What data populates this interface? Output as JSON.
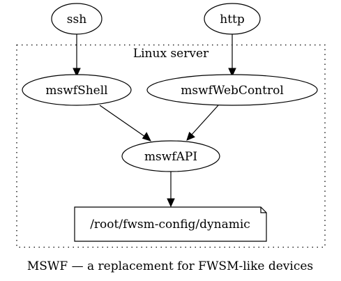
{
  "diagram": {
    "caption": "MSWF — a replacement for FWSM-like devices",
    "cluster": {
      "label": "Linux server"
    },
    "nodes": {
      "ssh": {
        "label": "ssh",
        "shape": "ellipse"
      },
      "http": {
        "label": "http",
        "shape": "ellipse"
      },
      "mswfShell": {
        "label": "mswfShell",
        "shape": "ellipse"
      },
      "mswfWebControl": {
        "label": "mswfWebControl",
        "shape": "ellipse"
      },
      "mswfAPI": {
        "label": "mswfAPI",
        "shape": "ellipse"
      },
      "config": {
        "label": "/root/fwsm-config/dynamic",
        "shape": "note"
      }
    },
    "edges": [
      {
        "from": "ssh",
        "to": "mswfShell"
      },
      {
        "from": "http",
        "to": "mswfWebControl"
      },
      {
        "from": "mswfShell",
        "to": "mswfAPI"
      },
      {
        "from": "mswfWebControl",
        "to": "mswfAPI"
      },
      {
        "from": "mswfAPI",
        "to": "config"
      }
    ]
  }
}
